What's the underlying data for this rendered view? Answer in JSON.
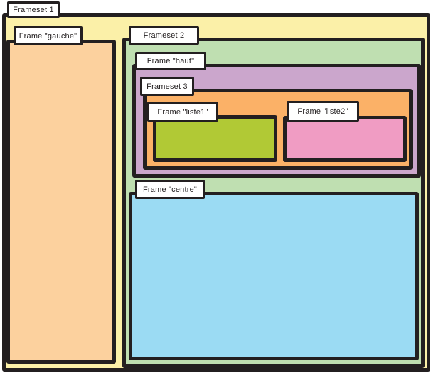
{
  "diagram": {
    "type": "nested-frameset-structure",
    "background": "#FFFFFF",
    "border_color": "#231F20",
    "label_background": "#FFFFFF",
    "text_color": "#231F20",
    "nodes": [
      {
        "id": "frameset1",
        "label": "Frameset 1",
        "fill": "#FBF0A8",
        "role": "frameset",
        "parent": null
      },
      {
        "id": "gauche",
        "label": "Frame \"gauche\"",
        "fill": "#FCD19E",
        "role": "frame",
        "parent": "frameset1"
      },
      {
        "id": "frameset2",
        "label": "Frameset 2",
        "fill": "#BFDFB1",
        "role": "frameset",
        "parent": "frameset1"
      },
      {
        "id": "haut",
        "label": "Frame \"haut\"",
        "fill": "#CBA6CC",
        "role": "frame",
        "parent": "frameset2"
      },
      {
        "id": "frameset3",
        "label": "Frameset 3",
        "fill": "#FBB167",
        "role": "frameset",
        "parent": "haut"
      },
      {
        "id": "liste1",
        "label": "Frame \"liste1\"",
        "fill": "#B1C935",
        "role": "frame",
        "parent": "frameset3"
      },
      {
        "id": "liste2",
        "label": "Frame \"liste2\"",
        "fill": "#F09CC3",
        "role": "frame",
        "parent": "frameset3"
      },
      {
        "id": "centre",
        "label": "Frame \"centre\"",
        "fill": "#9BDBF3",
        "role": "frame",
        "parent": "frameset2"
      }
    ]
  }
}
